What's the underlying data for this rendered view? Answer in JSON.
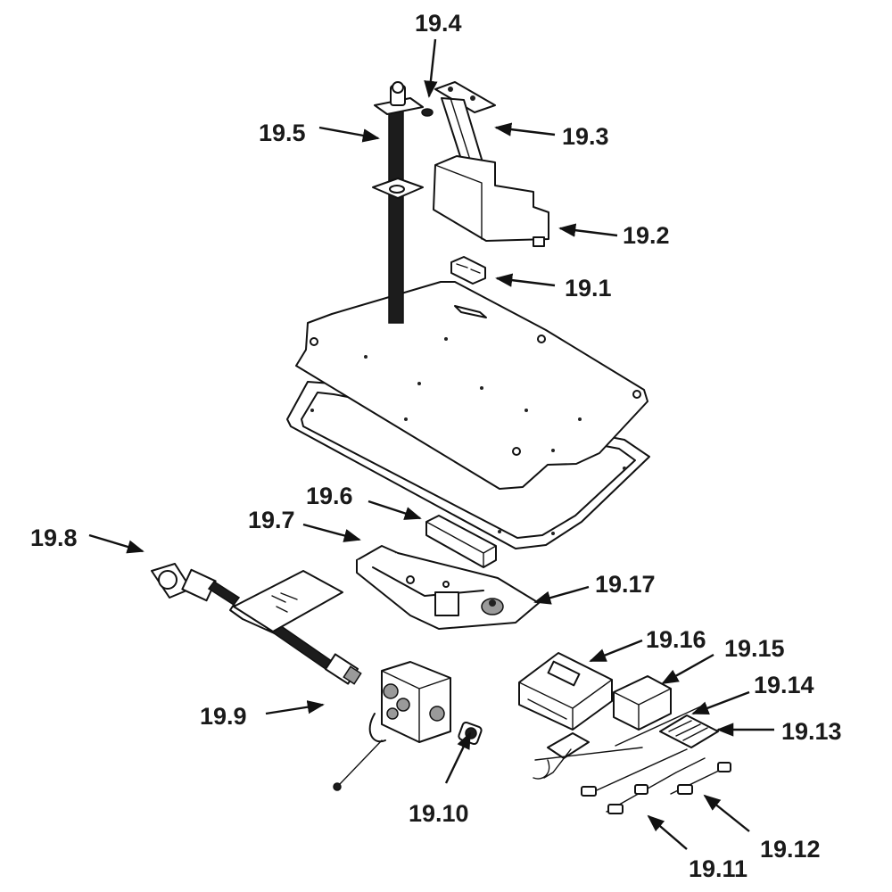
{
  "diagram": {
    "callouts": [
      {
        "id": "19.1",
        "label": "19.1"
      },
      {
        "id": "19.2",
        "label": "19.2"
      },
      {
        "id": "19.3",
        "label": "19.3"
      },
      {
        "id": "19.4",
        "label": "19.4"
      },
      {
        "id": "19.5",
        "label": "19.5"
      },
      {
        "id": "19.6",
        "label": "19.6"
      },
      {
        "id": "19.7",
        "label": "19.7"
      },
      {
        "id": "19.8",
        "label": "19.8"
      },
      {
        "id": "19.9",
        "label": "19.9"
      },
      {
        "id": "19.10",
        "label": "19.10"
      },
      {
        "id": "19.11",
        "label": "19.11"
      },
      {
        "id": "19.12",
        "label": "19.12"
      },
      {
        "id": "19.13",
        "label": "19.13"
      },
      {
        "id": "19.14",
        "label": "19.14"
      },
      {
        "id": "19.15",
        "label": "19.15"
      },
      {
        "id": "19.16",
        "label": "19.16"
      },
      {
        "id": "19.17",
        "label": "19.17"
      }
    ]
  }
}
